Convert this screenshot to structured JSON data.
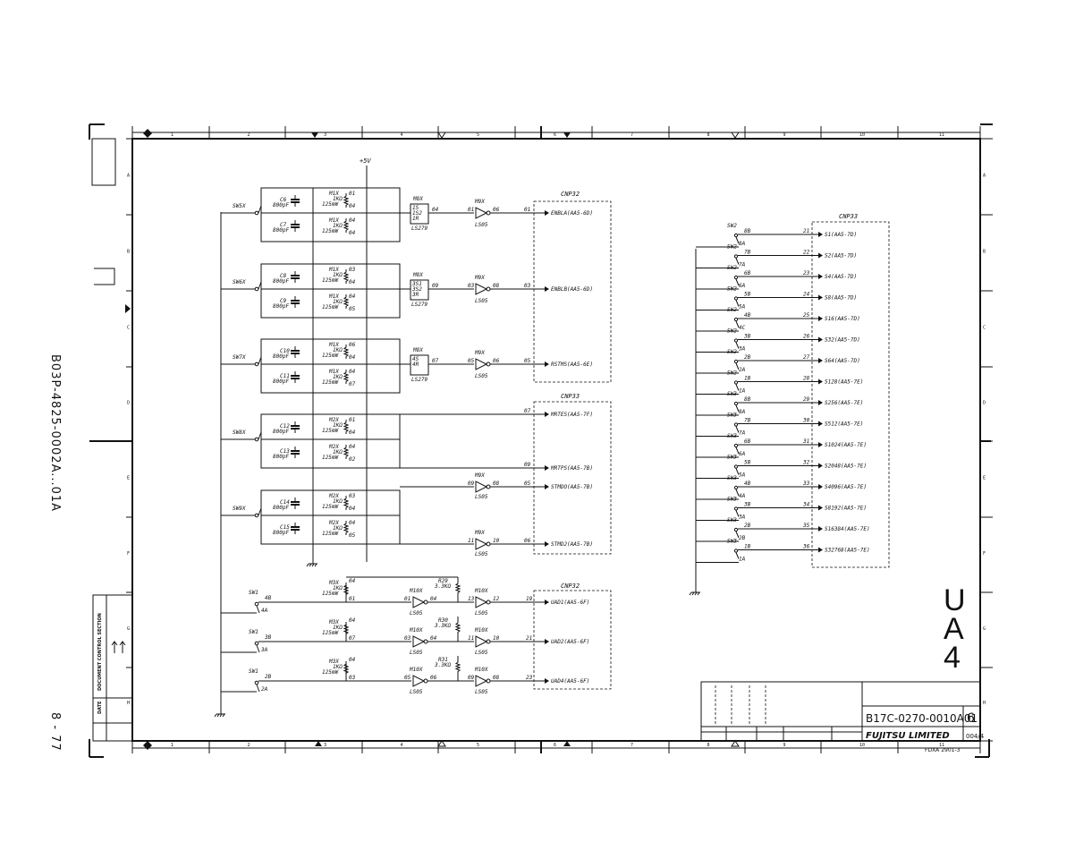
{
  "doc_id_vertical": "B03P-4825-0002A...01A",
  "page_number": "8 - 77",
  "supply": "+5V",
  "frame": {
    "col_numbers": [
      "1",
      "2",
      "3",
      "4",
      "5",
      "6",
      "7",
      "8",
      "9",
      "10",
      "11"
    ],
    "row_letters": [
      "A",
      "B",
      "C",
      "D",
      "E",
      "F",
      "G",
      "H"
    ]
  },
  "groups": [
    {
      "switch": "SW5X",
      "caps": [
        {
          "name": "C6",
          "val": "800pF"
        },
        {
          "name": "C7",
          "val": "800pF"
        }
      ],
      "res": [
        {
          "name": "M1X",
          "val": "1KΩ",
          "pw": "125mW",
          "p1": "01",
          "p2": "04"
        },
        {
          "name": "M1X",
          "val": "1KΩ",
          "pw": "125mW",
          "p1": "04",
          "p2": "04"
        }
      ],
      "gate": "M8X",
      "gate_type": "LS279",
      "pins": [
        "1S",
        "1S2",
        "1R"
      ],
      "gate_out": "04",
      "inv": "M9X",
      "inv_in": "01",
      "inv_out": "06",
      "inv_type": "LS05",
      "conn_pin": "01",
      "signal": "ENBLA(AA5-6D)"
    },
    {
      "switch": "SW6X",
      "caps": [
        {
          "name": "C8",
          "val": "800pF"
        },
        {
          "name": "C9",
          "val": "800pF"
        }
      ],
      "res": [
        {
          "name": "M1X",
          "val": "1KΩ",
          "pw": "125mW",
          "p1": "03",
          "p2": "04"
        },
        {
          "name": "M1X",
          "val": "1KΩ",
          "pw": "125mW",
          "p1": "04",
          "p2": "05"
        }
      ],
      "gate": "M8X",
      "gate_type": "LS279",
      "pins": [
        "3S1",
        "3S2",
        "3R"
      ],
      "gate_out": "09",
      "inv": "M9X",
      "inv_in": "03",
      "inv_out": "08",
      "inv_type": "LS05",
      "conn_pin": "03",
      "signal": "ENBLB(AA5-6D)"
    },
    {
      "switch": "SW7X",
      "caps": [
        {
          "name": "C10",
          "val": "800pF"
        },
        {
          "name": "C11",
          "val": "800pF"
        }
      ],
      "res": [
        {
          "name": "M1X",
          "val": "1KΩ",
          "pw": "125mW",
          "p1": "06",
          "p2": "04"
        },
        {
          "name": "M1X",
          "val": "1KΩ",
          "pw": "125mW",
          "p1": "04",
          "p2": "07"
        }
      ],
      "gate": "M8X",
      "gate_type": "LS279",
      "pins": [
        "4S",
        "4R"
      ],
      "gate_out": "07",
      "inv": "M9X",
      "inv_in": "05",
      "inv_out": "06",
      "inv_type": "LS05",
      "conn_pin": "05",
      "signal": "RSTMS(AA5-6E)"
    },
    {
      "switch": "SW8X",
      "caps": [
        {
          "name": "C12",
          "val": "800pF"
        },
        {
          "name": "C13",
          "val": "800pF"
        }
      ],
      "res": [
        {
          "name": "M2X",
          "val": "1KΩ",
          "pw": "125mW",
          "p1": "01",
          "p2": "04"
        },
        {
          "name": "M2X",
          "val": "1KΩ",
          "pw": "125mW",
          "p1": "04",
          "p2": "02"
        }
      ],
      "conn_pin_top": "07",
      "signal_top": "MRTES(AA5-7F)",
      "conn_pin_bot": "09",
      "signal_bot": "MRTPS(AA5-7B)"
    },
    {
      "switch": "SW9X",
      "caps": [
        {
          "name": "C14",
          "val": "800pF"
        },
        {
          "name": "C15",
          "val": "800pF"
        }
      ],
      "res": [
        {
          "name": "M2X",
          "val": "1KΩ",
          "pw": "125mW",
          "p1": "03",
          "p2": "04"
        },
        {
          "name": "M2X",
          "val": "1KΩ",
          "pw": "125mW",
          "p1": "04",
          "p2": "05"
        }
      ],
      "inv_a": "M9X",
      "inv_a_in": "09",
      "inv_a_out": "08",
      "conn_a": "05",
      "signal_a": "STMDO(AA5-7B)",
      "inv_b": "M9X",
      "inv_b_in": "11",
      "inv_b_out": "10",
      "conn_b": "06",
      "signal_b": "STMD2(AA5-7B)"
    }
  ],
  "connectors": [
    "CNP32",
    "CNP33",
    "CNP32"
  ],
  "lower": [
    {
      "switch": "SW1",
      "pos_a": "4B",
      "pos_b": "4A",
      "res": "M3X",
      "res_pins": [
        "04",
        "01"
      ],
      "inv1": "M10X",
      "inv1_in": "01",
      "inv1_out": "04",
      "pullup": "R29",
      "pullup_val": "3.3KΩ",
      "inv2": "M10X",
      "inv2_in": "13",
      "inv2_out": "12",
      "conn_pin": "19",
      "signal": "UAD1(AA5-6F)"
    },
    {
      "switch": "SW1",
      "pos_a": "3B",
      "pos_b": "3A",
      "res": "M3X",
      "res_pins": [
        "04",
        "07"
      ],
      "inv1": "M10X",
      "inv1_in": "03",
      "inv1_out": "04",
      "pullup": "R30",
      "pullup_val": "3.3KΩ",
      "inv2": "M10X",
      "inv2_in": "11",
      "inv2_out": "10",
      "conn_pin": "21",
      "signal": "UAD2(AA5-6F)"
    },
    {
      "switch": "SW1",
      "pos_a": "2B",
      "pos_b": "2A",
      "res": "M3X",
      "res_pins": [
        "04",
        "03"
      ],
      "inv1": "M10X",
      "inv1_in": "05",
      "inv1_out": "06",
      "pullup": "R31",
      "pullup_val": "3.3KΩ",
      "inv2": "M10X",
      "inv2_in": "09",
      "inv2_out": "08",
      "conn_pin": "23",
      "signal": "UAD4(AA5-6F)"
    }
  ],
  "common_res": {
    "val": "1KΩ",
    "pw": "125mW"
  },
  "inv_type": "LS05",
  "right_connector": "CNP33",
  "right_switches": [
    {
      "sw": "SW2",
      "b": "8B",
      "a": "8A",
      "pin": "21",
      "sig": "S1(AA5-7D)"
    },
    {
      "sw": "SW2",
      "b": "7B",
      "a": "7A",
      "pin": "22",
      "sig": "S2(AA5-7D)"
    },
    {
      "sw": "SW2",
      "b": "6B",
      "a": "6A",
      "pin": "23",
      "sig": "S4(AA5-7D)"
    },
    {
      "sw": "SW2",
      "b": "5B",
      "a": "5A",
      "pin": "24",
      "sig": "S8(AA5-7D)"
    },
    {
      "sw": "SW2",
      "b": "4B",
      "a": "4C",
      "pin": "25",
      "sig": "S16(AA5-7D)"
    },
    {
      "sw": "SW2",
      "b": "3B",
      "a": "3A",
      "pin": "26",
      "sig": "S32(AA5-7D)"
    },
    {
      "sw": "SW2",
      "b": "2B",
      "a": "2A",
      "pin": "27",
      "sig": "S64(AA5-7D)"
    },
    {
      "sw": "SW2",
      "b": "1B",
      "a": "1A",
      "pin": "28",
      "sig": "S128(AA5-7E)"
    },
    {
      "sw": "SW3",
      "b": "8B",
      "a": "8A",
      "pin": "29",
      "sig": "S256(AA5-7E)"
    },
    {
      "sw": "SW3",
      "b": "7B",
      "a": "7A",
      "pin": "30",
      "sig": "S512(AA5-7E)"
    },
    {
      "sw": "SW3",
      "b": "6B",
      "a": "6A",
      "pin": "31",
      "sig": "S1024(AA5-7E)"
    },
    {
      "sw": "SW3",
      "b": "5B",
      "a": "5A",
      "pin": "32",
      "sig": "S2048(AA5-7E)"
    },
    {
      "sw": "SW3",
      "b": "4B",
      "a": "4A",
      "pin": "33",
      "sig": "S4096(AA5-7E)"
    },
    {
      "sw": "SW3",
      "b": "3B",
      "a": "3A",
      "pin": "34",
      "sig": "S8192(AA5-7E)"
    },
    {
      "sw": "SW3",
      "b": "2B",
      "a": "2B",
      "pin": "35",
      "sig": "S16384(AA5-7E)"
    },
    {
      "sw": "SW3",
      "b": "1B",
      "a": "1A",
      "pin": "36",
      "sig": "S32768(AA5-7E)"
    }
  ],
  "sheet_code": [
    "U",
    "A",
    "4"
  ],
  "title_block": {
    "drawing_no": "B17C-0270-0010A01",
    "sheet": "6",
    "company": "FUJITSU LIMITED",
    "page": "004/4",
    "form": "FDXA 2901-3"
  },
  "doc_control": "DOCUMENT CONTROL SECTION",
  "date_label": "DATE"
}
